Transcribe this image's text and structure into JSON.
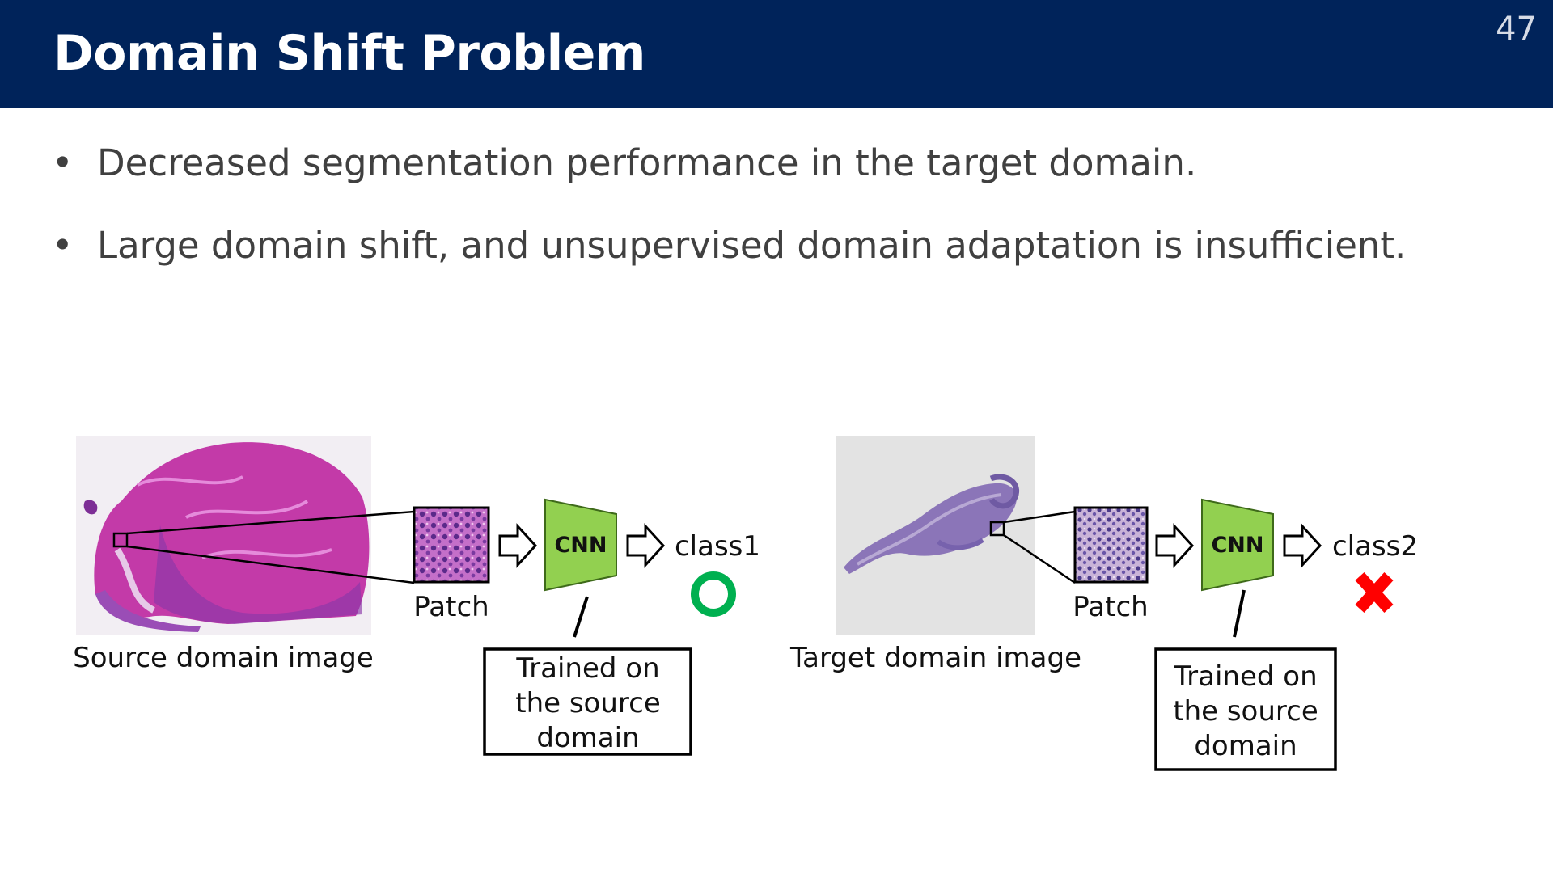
{
  "slide": {
    "title": "Domain Shift Problem",
    "page_number": "47",
    "bullet_symbol": "•",
    "bullets": [
      "Decreased segmentation performance in the target domain.",
      "Large domain shift, and unsupervised domain adaptation is insufficient."
    ]
  },
  "figure": {
    "source": {
      "image_caption": "Source domain image",
      "patch_label": "Patch",
      "cnn_label": "CNN",
      "output_label": "class1",
      "result": "correct",
      "note_lines": [
        "Trained on",
        "the source",
        "domain"
      ]
    },
    "target": {
      "image_caption": "Target domain image",
      "patch_label": "Patch",
      "cnn_label": "CNN",
      "output_label": "class2",
      "result": "incorrect",
      "note_lines": [
        "Trained on",
        "the source",
        "domain"
      ]
    },
    "colors": {
      "header": "#00235a",
      "cnn_fill": "#92d050",
      "correct_mark": "#00b050",
      "incorrect_mark": "#ff0000"
    }
  }
}
